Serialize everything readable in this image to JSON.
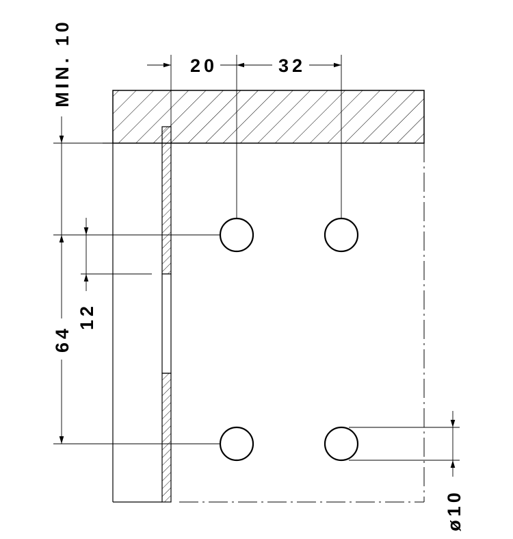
{
  "dimensions": {
    "min_edge": "MIN. 10",
    "setback": "20",
    "hole_spacing_horizontal": "32",
    "hole_spacing_vertical": "64",
    "plate_offset": "12",
    "hole_diameter": "ø10"
  }
}
